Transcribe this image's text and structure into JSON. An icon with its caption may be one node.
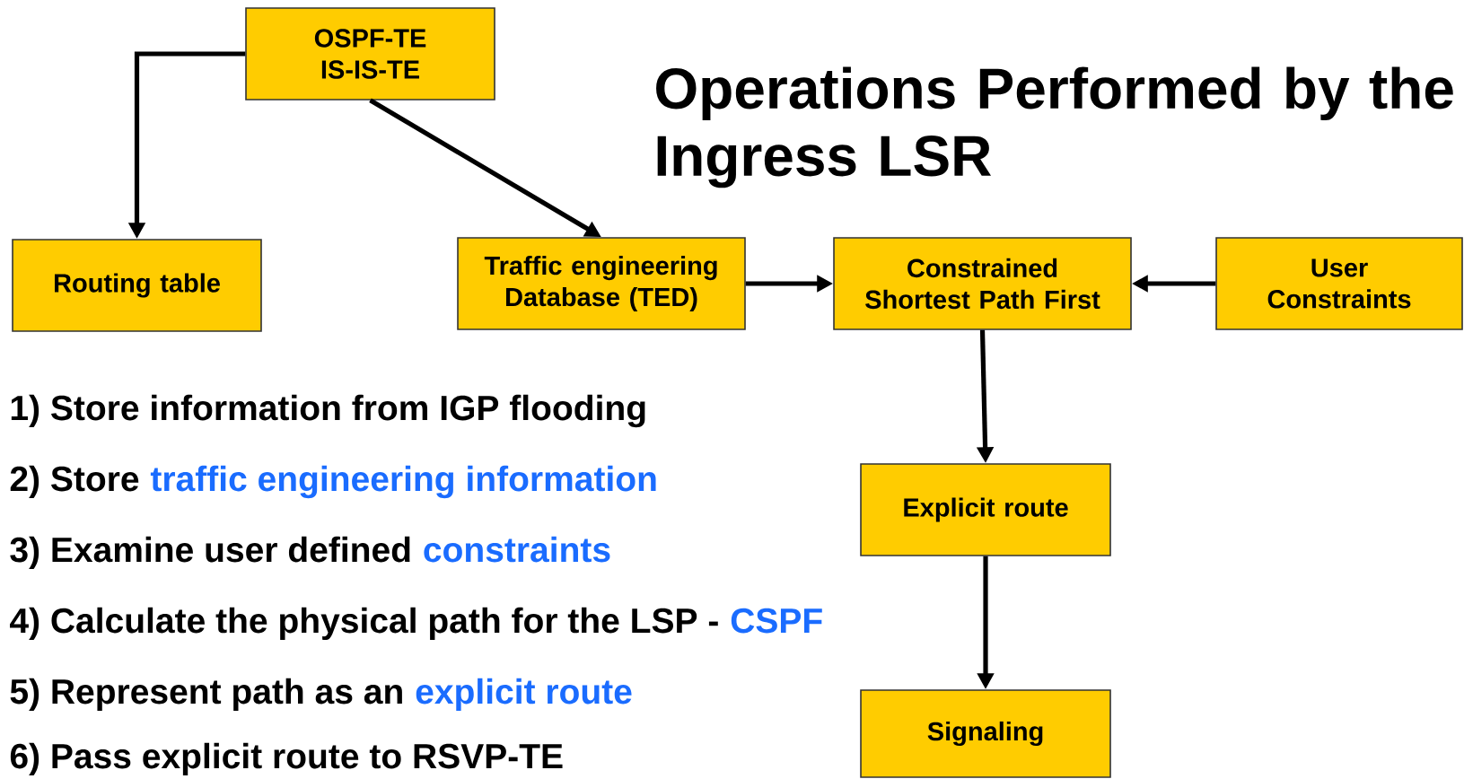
{
  "diagram": {
    "title": "Operations Performed by the Ingress LSR",
    "nodes": [
      {
        "text": [
          "OSPF-TE IS-IS-TE"
        ]
      },
      {
        "text": [
          "Routing table"
        ]
      },
      {
        "text": [
          "Traffic engineering Database (TED)"
        ]
      },
      {
        "text": [
          "Constrained Shortest Path First"
        ]
      },
      {
        "text": [
          "User Constraints"
        ]
      },
      {
        "text": [
          "Explicit route"
        ]
      },
      {
        "text": [
          "Signaling"
        ]
      }
    ],
    "edges": [
      {
        "from": 0,
        "to": 1,
        "arrow": "to"
      },
      {
        "from": 0,
        "to": 2,
        "arrow": "to"
      },
      {
        "from": 2,
        "to": 3,
        "arrow": "to"
      },
      {
        "from": 4,
        "to": 3,
        "arrow": "to"
      },
      {
        "from": 3,
        "to": 5,
        "arrow": "to"
      },
      {
        "from": 5,
        "to": 6,
        "arrow": "to"
      }
    ],
    "labels": [
      "1) Store information from IGP flooding",
      "2) Store",
      "traffic engineering information",
      "3) Examine user defined",
      "constraints",
      "4) Calculate the physical path for the LSP -",
      "CSPF",
      "5) Represent path as an",
      "explicit route",
      "6) Pass explicit route to RSVP-TE"
    ]
  }
}
